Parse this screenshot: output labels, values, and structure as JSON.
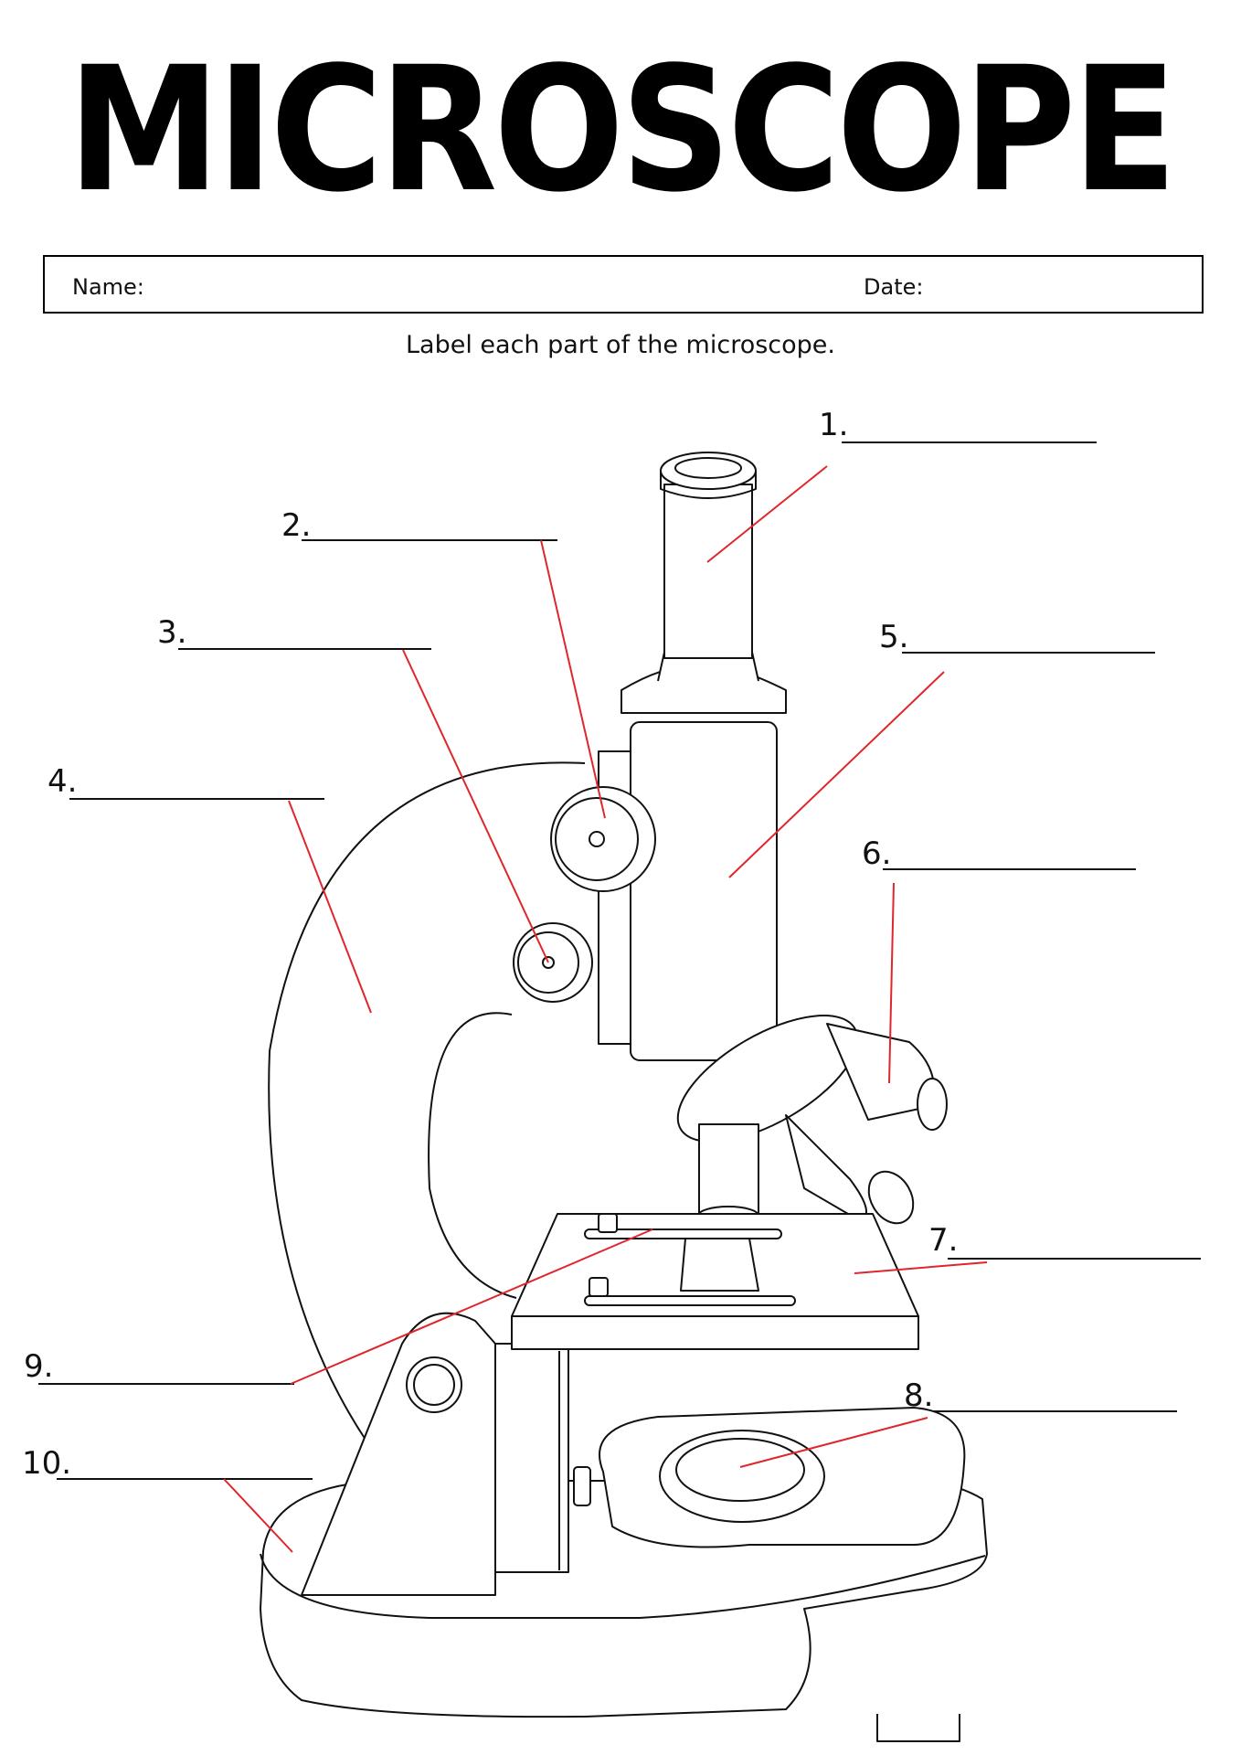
{
  "title": "MICROSCOPE",
  "header": {
    "name_label": "Name:",
    "date_label": "Date:"
  },
  "instruction": "Label each part of the microscope.",
  "labels": [
    "1.",
    "2.",
    "3.",
    "4.",
    "5.",
    "6.",
    "7.",
    "8.",
    "9.",
    "10."
  ],
  "colors": {
    "pointer_line": "#e0262b",
    "outline": "#111111"
  }
}
